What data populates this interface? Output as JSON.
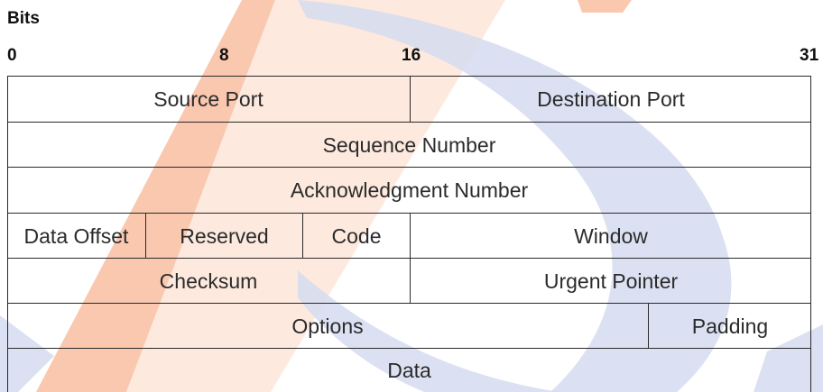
{
  "header": {
    "title": "Bits",
    "bit_markers": [
      "0",
      "8",
      "16",
      "31"
    ]
  },
  "segment_rows": [
    [
      "Source Port",
      "Destination Port"
    ],
    [
      "Sequence Number"
    ],
    [
      "Acknowledgment Number"
    ],
    [
      "Data Offset",
      "Reserved",
      "Code",
      "Window"
    ],
    [
      "Checksum",
      "Urgent Pointer"
    ],
    [
      "Options",
      "Padding"
    ],
    [
      "Data"
    ]
  ],
  "colors": {
    "line": "#2a2a2a",
    "text": "#2b2b2b",
    "watermark_orange": "#f7a37a",
    "watermark_blue": "#c9d4ec"
  }
}
